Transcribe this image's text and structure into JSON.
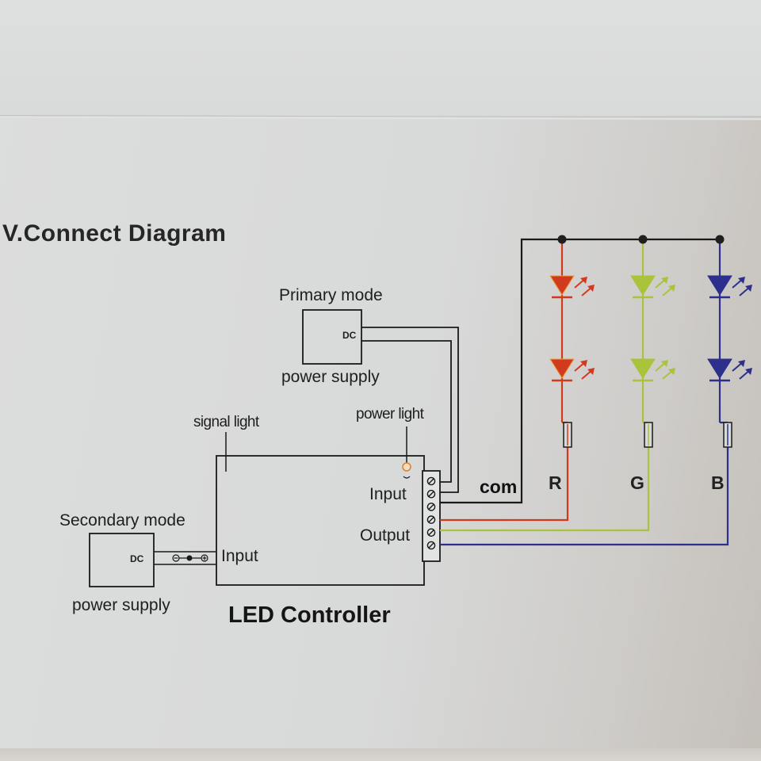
{
  "title": "V.Connect  Diagram",
  "primary_supply": {
    "mode_label": "Primary mode",
    "connector_label": "DC",
    "name_label": "power supply"
  },
  "secondary_supply": {
    "mode_label": "Secondary mode",
    "connector_label": "DC",
    "name_label": "power supply",
    "polarity": "⊖—●—⊕"
  },
  "controller": {
    "name": "LED Controller",
    "signal_light_label": "signal light",
    "power_light_label": "power light",
    "input_label_side": "Input",
    "terminal_input_label": "Input",
    "terminal_output_label": "Output",
    "terminal_count": 6
  },
  "output_channels": {
    "common_label": "com",
    "channels": [
      {
        "label": "R",
        "color": "#d23a1e"
      },
      {
        "label": "G",
        "color": "#a9c33a"
      },
      {
        "label": "B",
        "color": "#2d2f8c"
      }
    ],
    "leds_per_channel": 2
  },
  "colors": {
    "wire_black": "#1a1a1a",
    "power_light": "#d9822b",
    "led_outline": "#e8a23a"
  }
}
